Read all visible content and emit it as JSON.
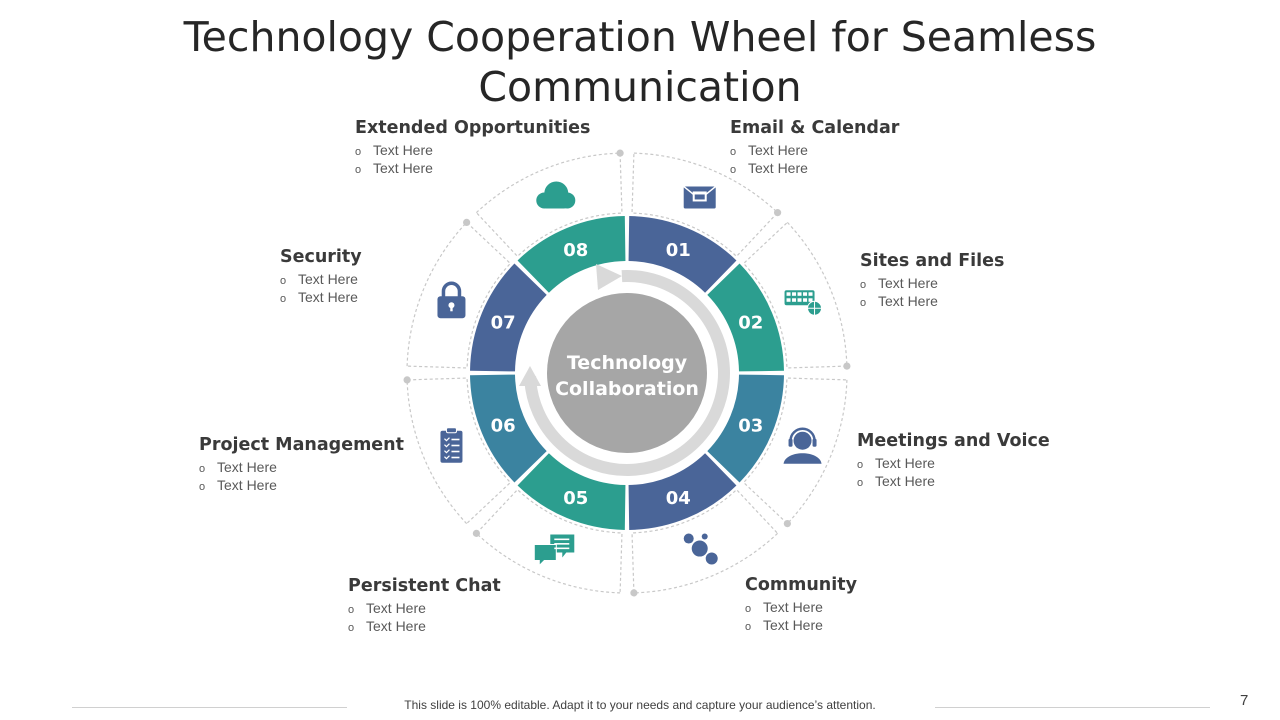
{
  "title": "Technology Cooperation Wheel for Seamless Communication",
  "center_label": [
    "Technology",
    "Collaboration"
  ],
  "colors": {
    "teal": "#2c9e8f",
    "blue": "#4a6598",
    "steel": "#3b83a0",
    "icon_teal": "#2c9e8f",
    "icon_blue": "#4a6598",
    "center_gray": "#a6a6a6",
    "arrow_gray": "#d9d9d9"
  },
  "segments": [
    {
      "number": "01",
      "label": "Email & Calendar",
      "icon": "envelope-calendar-icon",
      "color": "blue",
      "items": [
        "Text Here",
        "Text Here"
      ]
    },
    {
      "number": "02",
      "label": "Sites and Files",
      "icon": "keyboard-globe-icon",
      "color": "teal",
      "items": [
        "Text Here",
        "Text Here"
      ]
    },
    {
      "number": "03",
      "label": "Meetings and Voice",
      "icon": "headset-person-icon",
      "color": "steel",
      "items": [
        "Text Here",
        "Text Here"
      ]
    },
    {
      "number": "04",
      "label": "Community",
      "icon": "bubbles-icon",
      "color": "blue",
      "items": [
        "Text Here",
        "Text Here"
      ]
    },
    {
      "number": "05",
      "label": "Persistent Chat",
      "icon": "chat-bubbles-icon",
      "color": "teal",
      "items": [
        "Text Here",
        "Text Here"
      ]
    },
    {
      "number": "06",
      "label": "Project Management",
      "icon": "clipboard-checklist-icon",
      "color": "steel",
      "items": [
        "Text Here",
        "Text Here"
      ]
    },
    {
      "number": "07",
      "label": "Security",
      "icon": "padlock-icon",
      "color": "blue",
      "items": [
        "Text Here",
        "Text Here"
      ]
    },
    {
      "number": "08",
      "label": "Extended Opportunities",
      "icon": "cloud-icon",
      "color": "teal",
      "items": [
        "Text Here",
        "Text Here"
      ]
    }
  ],
  "bullet_glyph": "o",
  "footer": "This slide is 100% editable. Adapt it to your needs and capture your audience’s attention.",
  "page_number": "7"
}
